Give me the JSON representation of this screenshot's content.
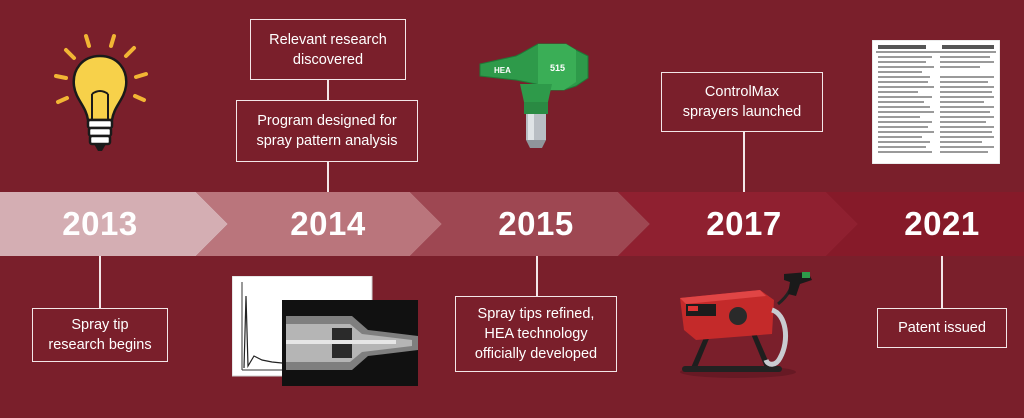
{
  "timeline": {
    "milestones": [
      {
        "year": "2013",
        "notes": [
          "Spray tip research begins"
        ]
      },
      {
        "year": "2014",
        "notes": [
          "Relevant research discovered",
          "Program designed for spray pattern analysis"
        ]
      },
      {
        "year": "2015",
        "notes": [
          "Spray tips refined, HEA technology officially developed"
        ]
      },
      {
        "year": "2017",
        "notes": [
          "ControlMax sprayers launched"
        ]
      },
      {
        "year": "2021",
        "notes": [
          "Patent issued"
        ]
      }
    ],
    "box_labels": {
      "research_begins": [
        "Spray tip",
        "research begins"
      ],
      "research_discovered": [
        "Relevant research",
        "discovered"
      ],
      "program_designed": [
        "Program designed for",
        "spray pattern analysis"
      ],
      "tips_refined": [
        "Spray tips refined,",
        "HEA technology",
        "officially developed"
      ],
      "sprayers_launched": [
        "ControlMax",
        "sprayers launched"
      ],
      "patent_issued": [
        "Patent issued"
      ]
    },
    "spray_tip_labels": {
      "left": "HEA",
      "right": "515"
    }
  },
  "colors": {
    "background": "#7a1f2b",
    "arrow_2013": "#d4aeb3",
    "arrow_2014": "#ba757c",
    "arrow_2015": "#9e4752",
    "arrow_2017": "#8f2030",
    "arrow_2021": "#861a29",
    "spray_tip_green": "#2e9a4a",
    "lightbulb_yellow": "#f7d14a"
  },
  "icons": [
    "lightbulb-icon",
    "spray-tip-icon",
    "patent-document-icon",
    "spray-pattern-chart-icon",
    "paint-sprayer-icon"
  ]
}
